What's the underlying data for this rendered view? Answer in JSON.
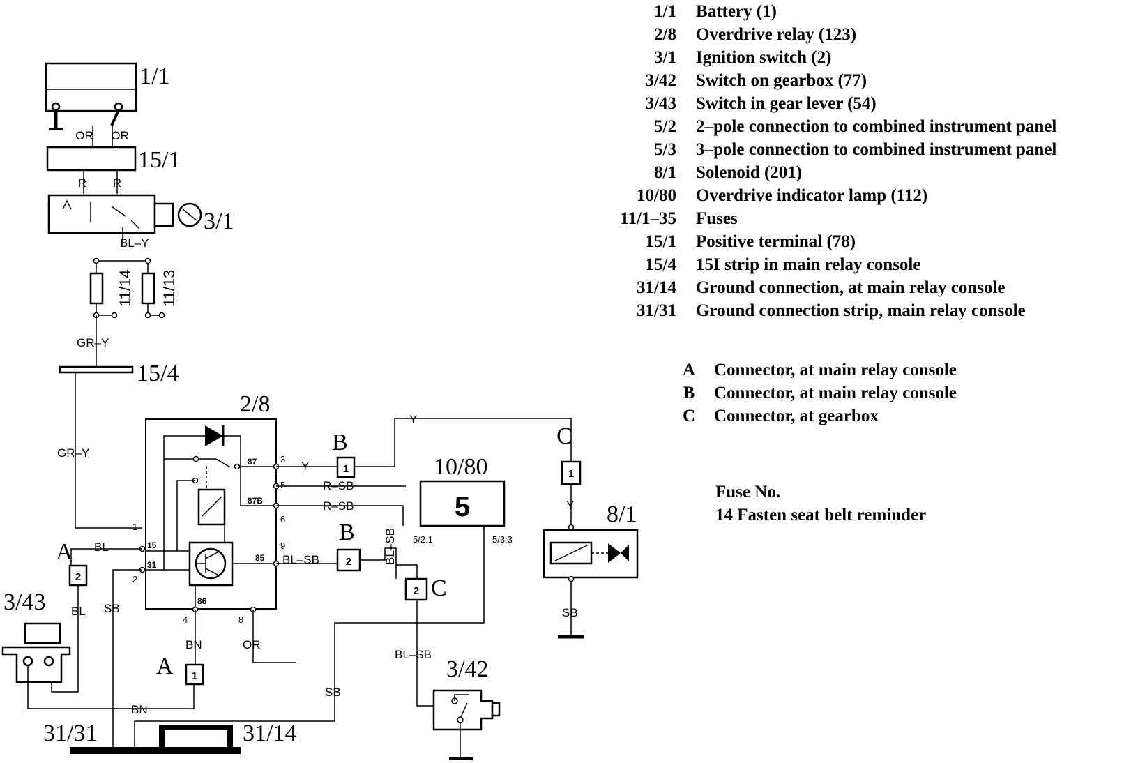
{
  "legend": {
    "items": [
      {
        "code": "1/1",
        "desc": "Battery (1)"
      },
      {
        "code": "2/8",
        "desc": "Overdrive relay (123)"
      },
      {
        "code": "3/1",
        "desc": "Ignition switch (2)"
      },
      {
        "code": "3/42",
        "desc": "Switch on gearbox (77)"
      },
      {
        "code": "3/43",
        "desc": "Switch in gear lever (54)"
      },
      {
        "code": "5/2",
        "desc": "2–pole connection to combined instrument panel"
      },
      {
        "code": "5/3",
        "desc": "3–pole connection to combined instrument panel"
      },
      {
        "code": "8/1",
        "desc": "Solenoid (201)"
      },
      {
        "code": "10/80",
        "desc": "Overdrive indicator lamp (112)"
      },
      {
        "code": "11/1–35",
        "desc": "Fuses"
      },
      {
        "code": "15/1",
        "desc": "Positive terminal (78)"
      },
      {
        "code": "15/4",
        "desc": "15I strip in main relay console"
      },
      {
        "code": "31/14",
        "desc": "Ground connection, at main relay console"
      },
      {
        "code": "31/31",
        "desc": "Ground connection strip, main relay console"
      }
    ],
    "connectors": [
      {
        "letter": "A",
        "desc": "Connector, at main relay console"
      },
      {
        "letter": "B",
        "desc": "Connector, at main relay console"
      },
      {
        "letter": "C",
        "desc": "Connector, at gearbox"
      }
    ],
    "fuse_title": "Fuse No.",
    "fuse_text": "14 Fasten seat belt reminder"
  },
  "components": {
    "battery": "1/1",
    "positive_terminal": "15/1",
    "ignition_switch": "3/1",
    "fuse_14": "11/14",
    "fuse_13": "11/13",
    "strip_15_4": "15/4",
    "overdrive_relay": "2/8",
    "indicator_lamp": "10/80",
    "indicator_lamp_value": "5",
    "solenoid": "8/1",
    "gear_lever_switch": "3/43",
    "gearbox_switch": "3/42",
    "ground_strip": "31/31",
    "ground_connection": "31/14"
  },
  "connectors": {
    "A": "A",
    "B": "B",
    "C": "C",
    "pin_1": "1",
    "pin_2": "2"
  },
  "wires": {
    "or": "OR",
    "r": "R",
    "bl_y": "BL–Y",
    "gr_y": "GR–Y",
    "bl": "BL",
    "sb": "SB",
    "bn": "BN",
    "y": "Y",
    "r_sb": "R–SB",
    "bl_sb": "BL–SB"
  },
  "pins": {
    "p1": "1",
    "p2": "2",
    "p3": "3",
    "p4": "4",
    "p5": "5",
    "p6": "6",
    "p8": "8",
    "p9": "9",
    "t15": "15",
    "t31": "31",
    "t87": "87",
    "t87b": "87B",
    "t85": "85",
    "t86": "86",
    "lamp_a": "5/2:1",
    "lamp_b": "5/3:3"
  }
}
